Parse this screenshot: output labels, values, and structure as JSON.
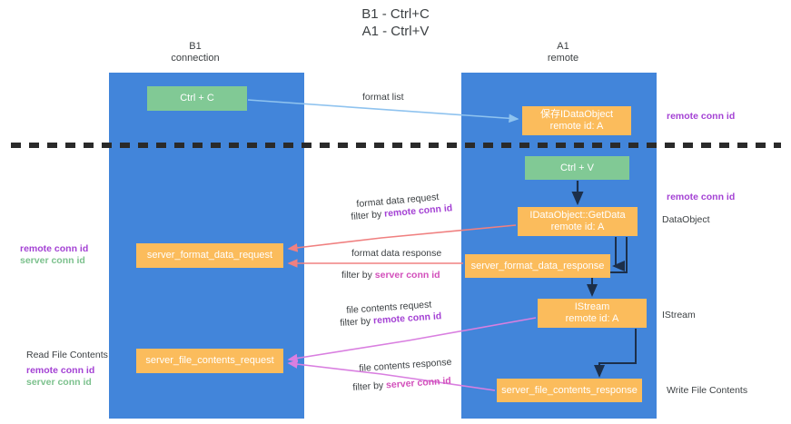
{
  "title": "B1 - Ctrl+C\nA1 - Ctrl+V",
  "columns": {
    "b1": "B1\nconnection",
    "a1": "A1\nremote"
  },
  "boxes": {
    "ctrl_c": "Ctrl + C",
    "idataobject": "保存IDataObject\nremote id: A",
    "ctrl_v": "Ctrl + V",
    "getdata": "IDataObject::GetData\nremote id: A",
    "server_format_data_request": "server_format_data_request",
    "server_format_data_response": "server_format_data_response",
    "istream": "IStream\nremote id: A",
    "server_file_contents_request": "server_file_contents_request",
    "server_file_contents_response": "server_file_contents_response"
  },
  "mid_labels": {
    "format_list": "format list",
    "format_data_request": "format data request",
    "filter_by": "filter by ",
    "remote_conn_id": "remote conn id",
    "format_data_response": "format data response",
    "server_conn_id": "server conn id",
    "file_contents_request": "file contents request",
    "file_contents_response": "file contents response"
  },
  "side_labels": {
    "remote_conn_id_top": "remote conn id",
    "remote_conn_id_mid": "remote conn id",
    "dataobject": "DataObject",
    "istream": "IStream",
    "write_file_contents": "Write File Contents",
    "read_file_contents": "Read File Contents",
    "left_remote_conn_id": "remote conn id",
    "left_server_conn_id": "server conn id",
    "left2_remote_conn_id": "remote conn id",
    "left2_server_conn_id": "server conn id"
  },
  "colors": {
    "lane": "#4285da",
    "green_box": "#81c995",
    "orange_box": "#fbbc5c",
    "purple_text": "#a442d4",
    "green_text": "#7cc18d",
    "magenta_text": "#d24fbb",
    "arrow_red": "#f08080",
    "arrow_blue": "#8fc3ef",
    "arrow_magenta": "#d97fe0",
    "arrow_dark": "#1c2f4a",
    "text": "#3c4043",
    "background": "#ffffff"
  }
}
